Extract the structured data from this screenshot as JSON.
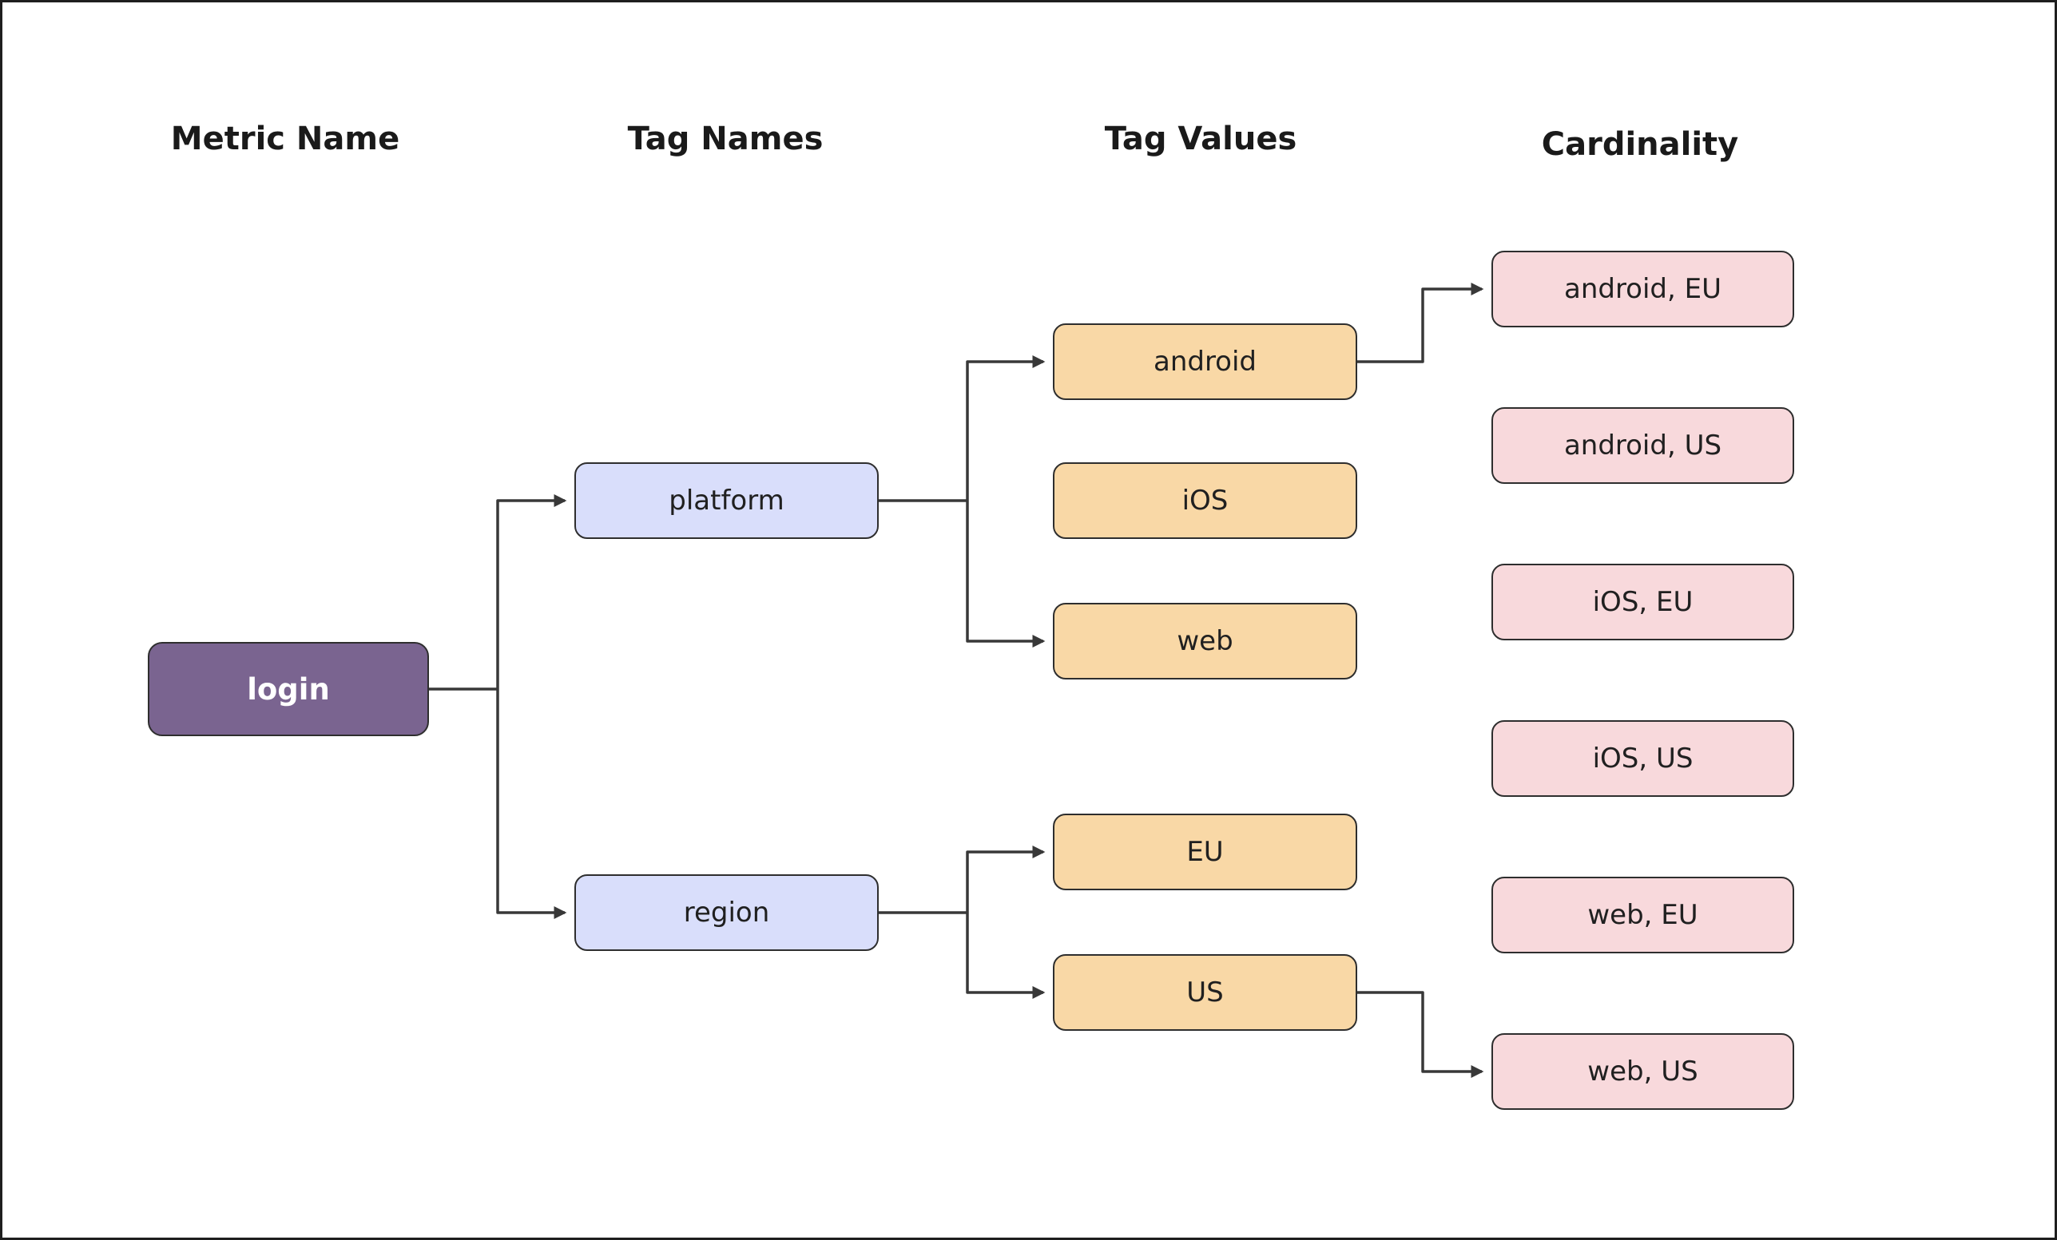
{
  "headers": {
    "metric_name": "Metric Name",
    "tag_names": "Tag Names",
    "tag_values": "Tag Values",
    "cardinality": "Cardinality"
  },
  "nodes": {
    "metric": {
      "label": "login"
    },
    "tag_names": [
      {
        "label": "platform"
      },
      {
        "label": "region"
      }
    ],
    "tag_values": [
      {
        "label": "android"
      },
      {
        "label": "iOS"
      },
      {
        "label": "web"
      },
      {
        "label": "EU"
      },
      {
        "label": "US"
      }
    ],
    "cardinality": [
      {
        "label": "android, EU"
      },
      {
        "label": "android, US"
      },
      {
        "label": "iOS, EU"
      },
      {
        "label": "iOS, US"
      },
      {
        "label": "web, EU"
      },
      {
        "label": "web, US"
      }
    ]
  },
  "edges": [
    {
      "from": "login",
      "to": "platform",
      "arrow": true
    },
    {
      "from": "login",
      "to": "region",
      "arrow": true
    },
    {
      "from": "platform",
      "to": "android",
      "arrow": true
    },
    {
      "from": "platform",
      "to": "web",
      "arrow": true
    },
    {
      "from": "android",
      "to": "android, EU",
      "arrow": true
    },
    {
      "from": "region",
      "to": "EU",
      "arrow": true
    },
    {
      "from": "region",
      "to": "US",
      "arrow": true
    },
    {
      "from": "US",
      "to": "web, US",
      "arrow": true
    }
  ],
  "colors": {
    "background": "#ffffff",
    "metric_fill": "#7a6490",
    "metric_text": "#ffffff",
    "tag_name_fill": "#d9defb",
    "tag_value_fill": "#f9d8a6",
    "cardinality_fill": "#f8d9dc",
    "line": "#383838",
    "border": "#2e2e2e",
    "header_text": "#1a1a1a",
    "node_text": "#202020"
  }
}
